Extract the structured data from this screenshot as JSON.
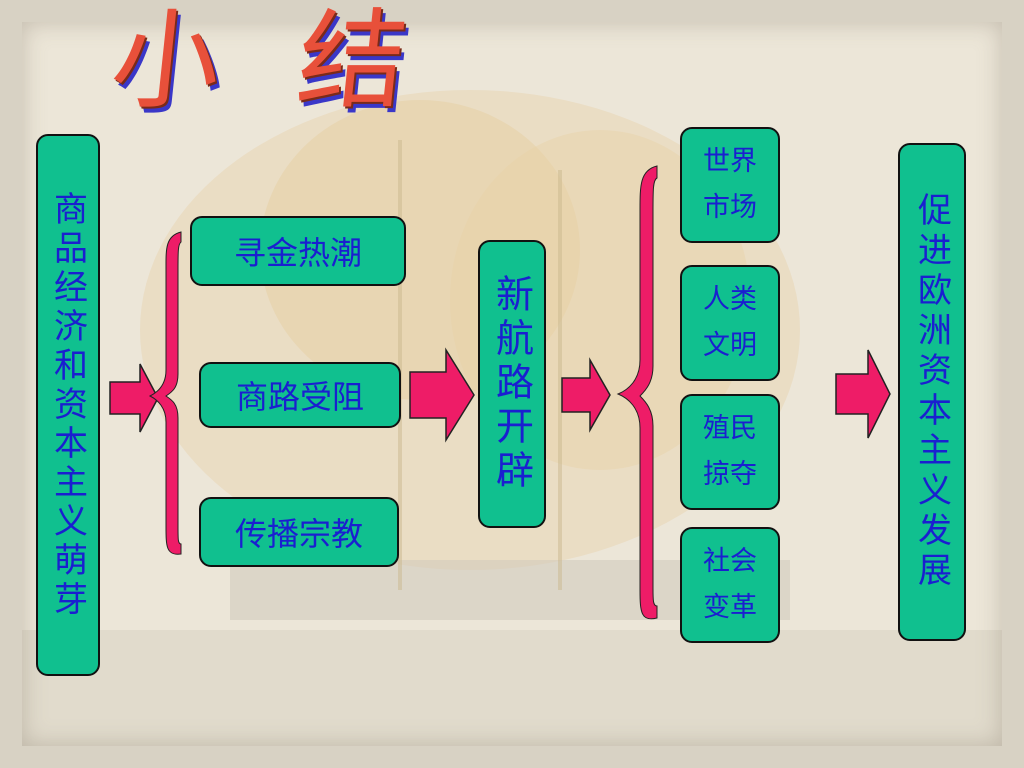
{
  "title": "小 结",
  "left_box": "商品经济和资本主义萌芽",
  "causes": [
    "寻金热潮",
    "商路受阻",
    "传播宗教"
  ],
  "center_box": "新航路开辟",
  "effects": [
    {
      "line1": "世界",
      "line2": "市场"
    },
    {
      "line1": "人类",
      "line2": "文明"
    },
    {
      "line1": "殖民",
      "line2": "掠夺"
    },
    {
      "line1": "社会",
      "line2": "变革"
    }
  ],
  "right_box": "促进欧洲资本主义发展",
  "colors": {
    "box_fill": "#10c08f",
    "box_text": "#1a1fd0",
    "arrow_fill": "#ee1c67",
    "title": "#e8503a"
  }
}
